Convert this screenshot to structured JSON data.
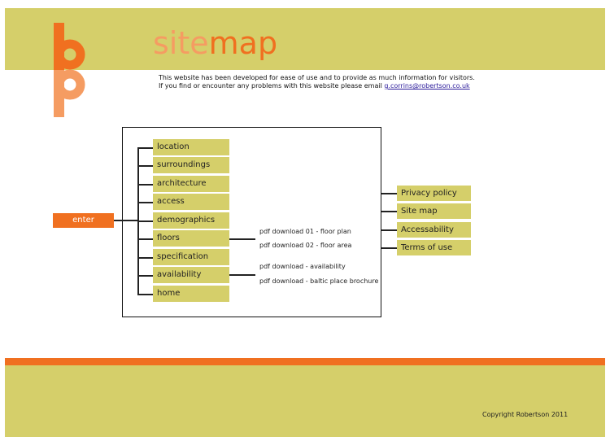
{
  "logo": {
    "top": "b",
    "bottom": "p"
  },
  "title": {
    "part1": "site",
    "part2": "map"
  },
  "intro": {
    "line1": "This website has been developed for ease of use and to provide as much information for visitors.",
    "line2": "If you find or encounter any problems with this website please email ",
    "email": "g.corrins@robertson.co.uk"
  },
  "enter_label": "enter",
  "nav": [
    "location",
    "surroundings",
    "architecture",
    "access",
    "demographics",
    "floors",
    "specification",
    "availability",
    "home"
  ],
  "pdfs": [
    "pdf download 01 - floor plan",
    "pdf download 02 - floor area",
    "pdf download - availability",
    "pdf download - baltic place brochure"
  ],
  "right_nav": [
    "Privacy policy",
    "Site map",
    "Accessability",
    "Terms of use"
  ],
  "copyright": "Copyright Robertson 2011",
  "colors": {
    "olive": "#d5cf6a",
    "orange": "#f07020",
    "light_orange": "#f59c62"
  }
}
